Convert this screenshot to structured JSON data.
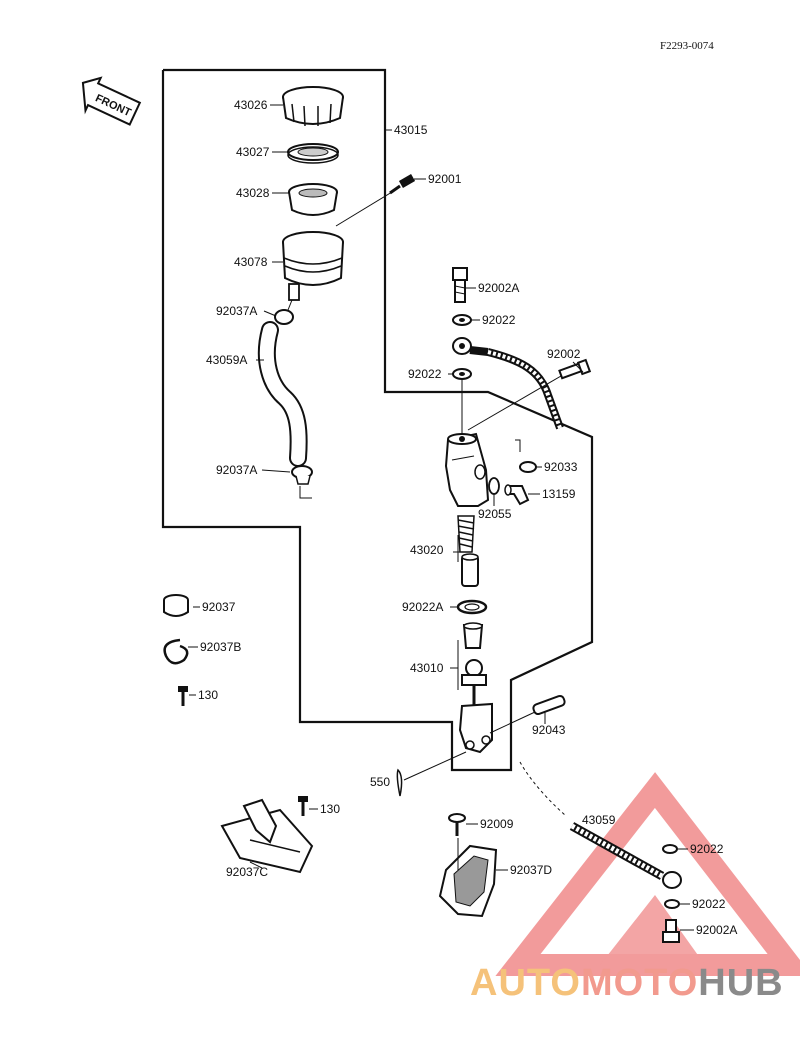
{
  "drawing_code": "F2293-0074",
  "front_label": "FRONT",
  "labels": {
    "p43026": "43026",
    "p43015": "43015",
    "p43027": "43027",
    "p43028": "43028",
    "p92001": "92001",
    "p43078": "43078",
    "p92037A_top": "92037A",
    "p43059A": "43059A",
    "p92037A_low": "92037A",
    "p92002A_top": "92002A",
    "p92022_a": "92022",
    "p92002": "92002",
    "p92022_b": "92022",
    "p92033": "92033",
    "p13159": "13159",
    "p92055": "92055",
    "p43020": "43020",
    "p92022A": "92022A",
    "p43010": "43010",
    "p92043": "92043",
    "p550": "550",
    "p92037": "92037",
    "p92037B": "92037B",
    "p130_a": "130",
    "p130_b": "130",
    "p92037C": "92037C",
    "p92009": "92009",
    "p92037D": "92037D",
    "p43059": "43059",
    "p92022_c": "92022",
    "p92022_d": "92022",
    "p92002A_low": "92002A"
  },
  "watermark": {
    "part1": "AUTO",
    "part2": "MOTO",
    "part3": "HUB",
    "color_auto": "#f5c27a",
    "color_moto": "#f29a8e",
    "color_hub": "#8a8a8a",
    "triangle_color": "#f08a8a"
  }
}
